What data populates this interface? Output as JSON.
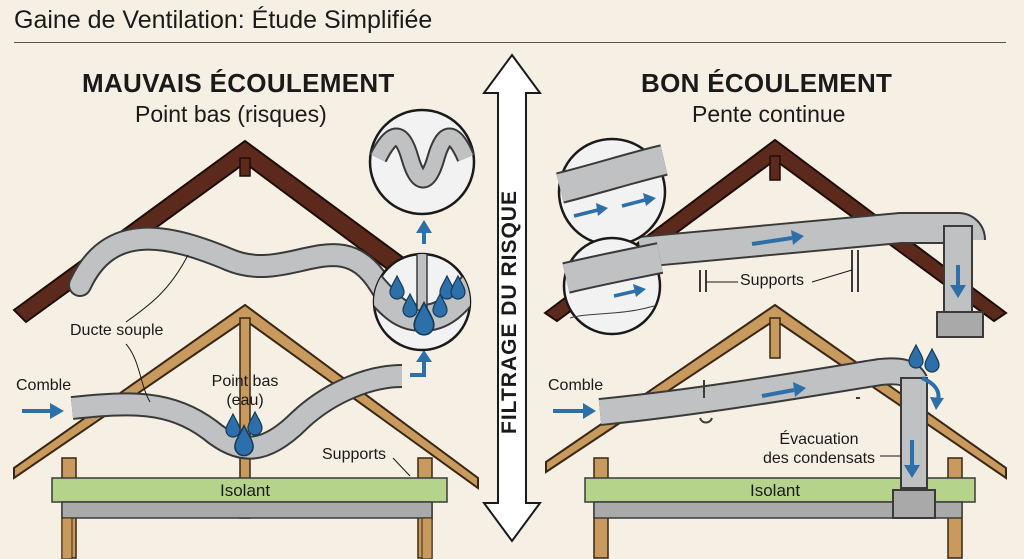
{
  "header": {
    "title": "Gaine de Ventilation: Étude Simplifiée"
  },
  "divider": {
    "text": "FILTRAGE DU RISQUE"
  },
  "left": {
    "title": "MAUVAIS ÉCOULEMENT",
    "subtitle": "Point bas (risques)",
    "labels": {
      "duct": "Ducte souple",
      "attic": "Comble",
      "low_point_1": "Point bas",
      "low_point_2": "(eau)",
      "supports": "Supports",
      "insulation": "Isolant"
    }
  },
  "right": {
    "title": "BON ÉCOULEMENT",
    "subtitle": "Pente continue",
    "labels": {
      "supports": "Supports",
      "attic": "Comble",
      "drain_1": "Évacuation",
      "drain_2": "des condensats",
      "insulation": "Isolant"
    }
  },
  "colors": {
    "background": "#f6efe3",
    "roof": "#5c2a1c",
    "timber": "#c99a5e",
    "duct": "#bfc1c3",
    "insulation": "#b5d38b",
    "water": "#2d6fa8",
    "arrow": "#2d6fa8"
  }
}
